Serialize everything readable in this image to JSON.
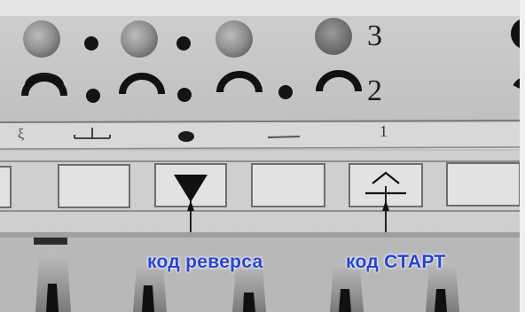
{
  "panel": {
    "row_labels": {
      "top": "3",
      "middle": "2",
      "bottom": "1"
    }
  },
  "captions": {
    "reverse_code": "код реверса",
    "start_code": "код СТАРТ"
  }
}
